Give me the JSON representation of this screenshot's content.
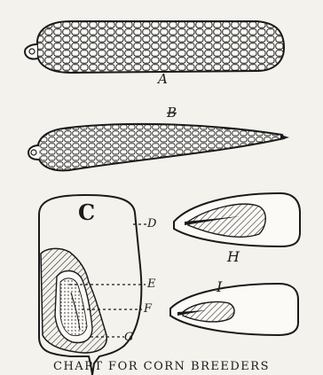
{
  "caption": "CHART FOR CORN BREEDERS",
  "labels": {
    "a": "A",
    "b": "B",
    "c": "C",
    "d": "D",
    "e": "E",
    "f": "F",
    "g": "G",
    "h": "H",
    "i": "I"
  }
}
